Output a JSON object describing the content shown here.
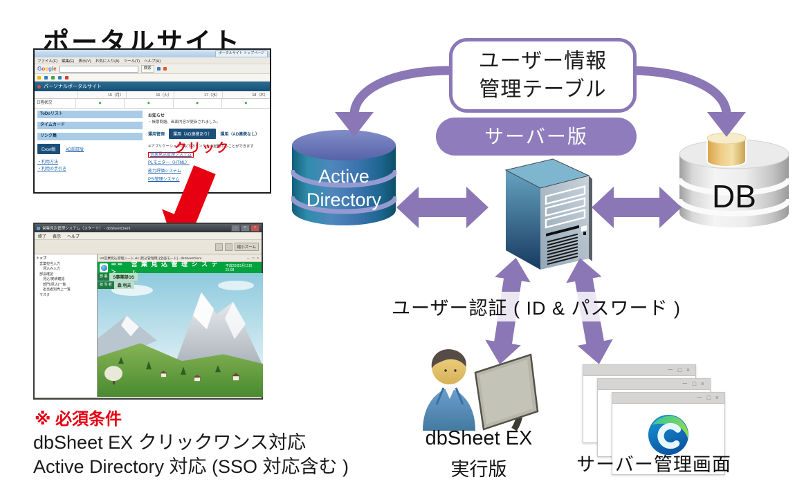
{
  "colors": {
    "purple": "#8b77b5",
    "red": "#e60012",
    "banner_green": "#00a33e",
    "navy": "#1b4f79"
  },
  "portal": {
    "title": "ポータルサイト",
    "browser": {
      "tab_title": "ポータルサイト トップページ",
      "menu_items": [
        "ファイル(F)",
        "編集(E)",
        "表示(V)",
        "お気に入り(A)",
        "ツール(T)",
        "ヘルプ(H)"
      ],
      "google_label": "Google",
      "search_button": "検索",
      "header_title": "パーソナルポータルサイト"
    },
    "calendar": {
      "row_label": "日程状況",
      "columns": [
        "15（月）",
        "16（火）",
        "17（水）",
        "18（木）"
      ],
      "dot": "●"
    },
    "left_sections": [
      "ToDoリスト",
      "タイムカード",
      "リンク集"
    ],
    "excel_button": "Excel版",
    "ad_link": "AD認証版",
    "left_links": [
      "・利用方法",
      "・利用の手引き"
    ],
    "notice_title": "お知らせ",
    "notice_body": "・帳票問題、画面内容が更新されました。",
    "mode_buttons": [
      "運用管理",
      "運用（AD連携あり）",
      "運用（AD連携なし）"
    ],
    "note": "※アプリケーションは以下のリンクから起動することができます",
    "app_links": [
      "営業見込管理システム",
      "PLモニター（HTML）",
      "能力評価システム",
      "PSI管理システム"
    ],
    "click_label": "クリック"
  },
  "app_window": {
    "title": "営業見込管理システム（スタート） - dbSheetClient",
    "menu_items": [
      "終了",
      "表示",
      "ヘルプ"
    ],
    "zoom_label": "縮小ズーム",
    "tree_items": [
      "トップ",
      "営業担当入力",
      "見込み入力",
      "部長確認",
      "見込/実績確認",
      "部門(見込)一覧",
      "担当者別売上一覧",
      "マスタ"
    ],
    "inner_title": "VS営業見込管理シート.xls [見込管理用] [全画モード] - dbSheetClient",
    "window_controls": "－ □ ×",
    "banner_prefix": "＝＝＞",
    "banner_title": "営 業 見 込 管 理 シ ス テ ム",
    "banner_date": "平成20年5月11日 21:08",
    "dept_label": "部 署",
    "dept_value": "S事業部OS",
    "person_label": "担 当 者",
    "person_value": "森 利夫"
  },
  "requirements": {
    "heading": "※ 必須条件",
    "lines": [
      "dbSheet EX クリックワンス対応",
      "Active Directory 対応 (SSO 対応含む )"
    ]
  },
  "diagram": {
    "user_table_box": {
      "line1": "ユーザー情報",
      "line2": "管理テーブル"
    },
    "server_badge": "サーバー版",
    "ad_line1": "Active",
    "ad_line2": "Directory",
    "db_label": "DB",
    "auth_label": "ユーザー認証 ( ID & パスワード )",
    "client_line1": "dbSheet EX",
    "client_line2": "実行版",
    "admin_label": "サーバー管理画面",
    "win_controls": "－ □ ×"
  }
}
